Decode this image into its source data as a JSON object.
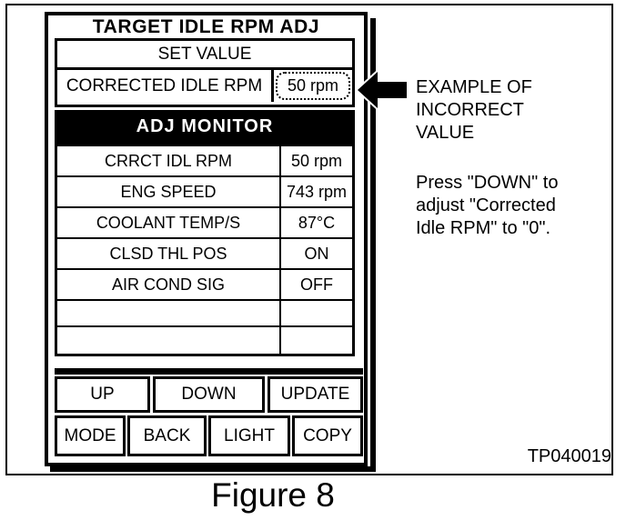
{
  "figure": {
    "caption": "Figure 8",
    "photo_id": "TP040019"
  },
  "screen": {
    "title": "TARGET IDLE RPM ADJ",
    "set_value": {
      "header": "SET VALUE",
      "row": {
        "label": "CORRECTED IDLE RPM",
        "value": "50 rpm"
      }
    },
    "adj_monitor": {
      "header": "ADJ MONITOR",
      "rows": [
        {
          "label": "CRRCT IDL RPM",
          "value": "50 rpm"
        },
        {
          "label": "ENG SPEED",
          "value": "743 rpm"
        },
        {
          "label": "COOLANT TEMP/S",
          "value": "87°C"
        },
        {
          "label": "CLSD THL POS",
          "value": "ON"
        },
        {
          "label": "AIR COND SIG",
          "value": "OFF"
        },
        {
          "label": "",
          "value": ""
        },
        {
          "label": "",
          "value": ""
        }
      ]
    },
    "buttons_row1": [
      "UP",
      "DOWN",
      "UPDATE"
    ],
    "buttons_row2": [
      "MODE",
      "BACK",
      "LIGHT",
      "COPY"
    ]
  },
  "annotations": {
    "incorrect_value_label": "EXAMPLE OF\nINCORRECT\nVALUE",
    "instruction": "Press \"DOWN\" to\nadjust \"Corrected\nIdle RPM\" to \"0\".",
    "arrow_icon": "left-arrow"
  },
  "colors": {
    "foreground": "#000000",
    "background": "#ffffff",
    "monitor_header_bg": "#000000",
    "monitor_header_fg": "#ffffff"
  }
}
